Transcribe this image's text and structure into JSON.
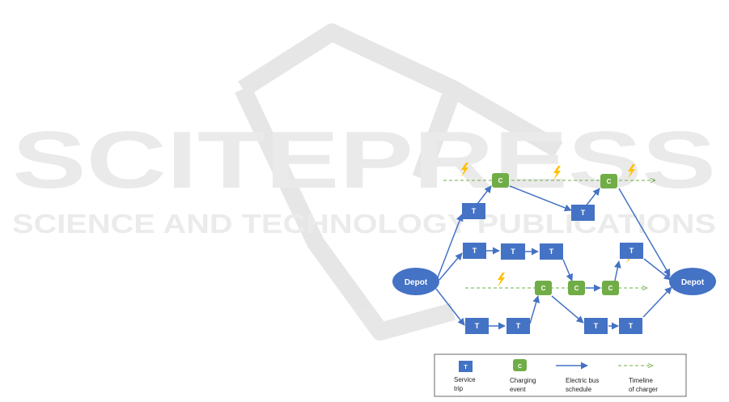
{
  "watermark": {
    "brand": "SCITEPRESS",
    "tagline": "SCIENCE AND TECHNOLOGY PUBLICATIONS"
  },
  "diagram": {
    "depot_label": "Depot",
    "trip_label": "T",
    "charge_label": "C",
    "colors": {
      "trip": "#4472c4",
      "charge": "#70ad47",
      "edge": "#4472c4",
      "timeline": "#70ad47",
      "bolt": "#ffc000"
    }
  },
  "legend": {
    "trip": {
      "symbol": "T",
      "label_line1": "Service",
      "label_line2": "trip"
    },
    "charge": {
      "symbol": "C",
      "label_line1": "Charging",
      "label_line2": "event"
    },
    "schedule": {
      "label_line1": "Electric bus",
      "label_line2": "schedule"
    },
    "timeline": {
      "label_line1": "Timeline",
      "label_line2": "of charger"
    }
  }
}
